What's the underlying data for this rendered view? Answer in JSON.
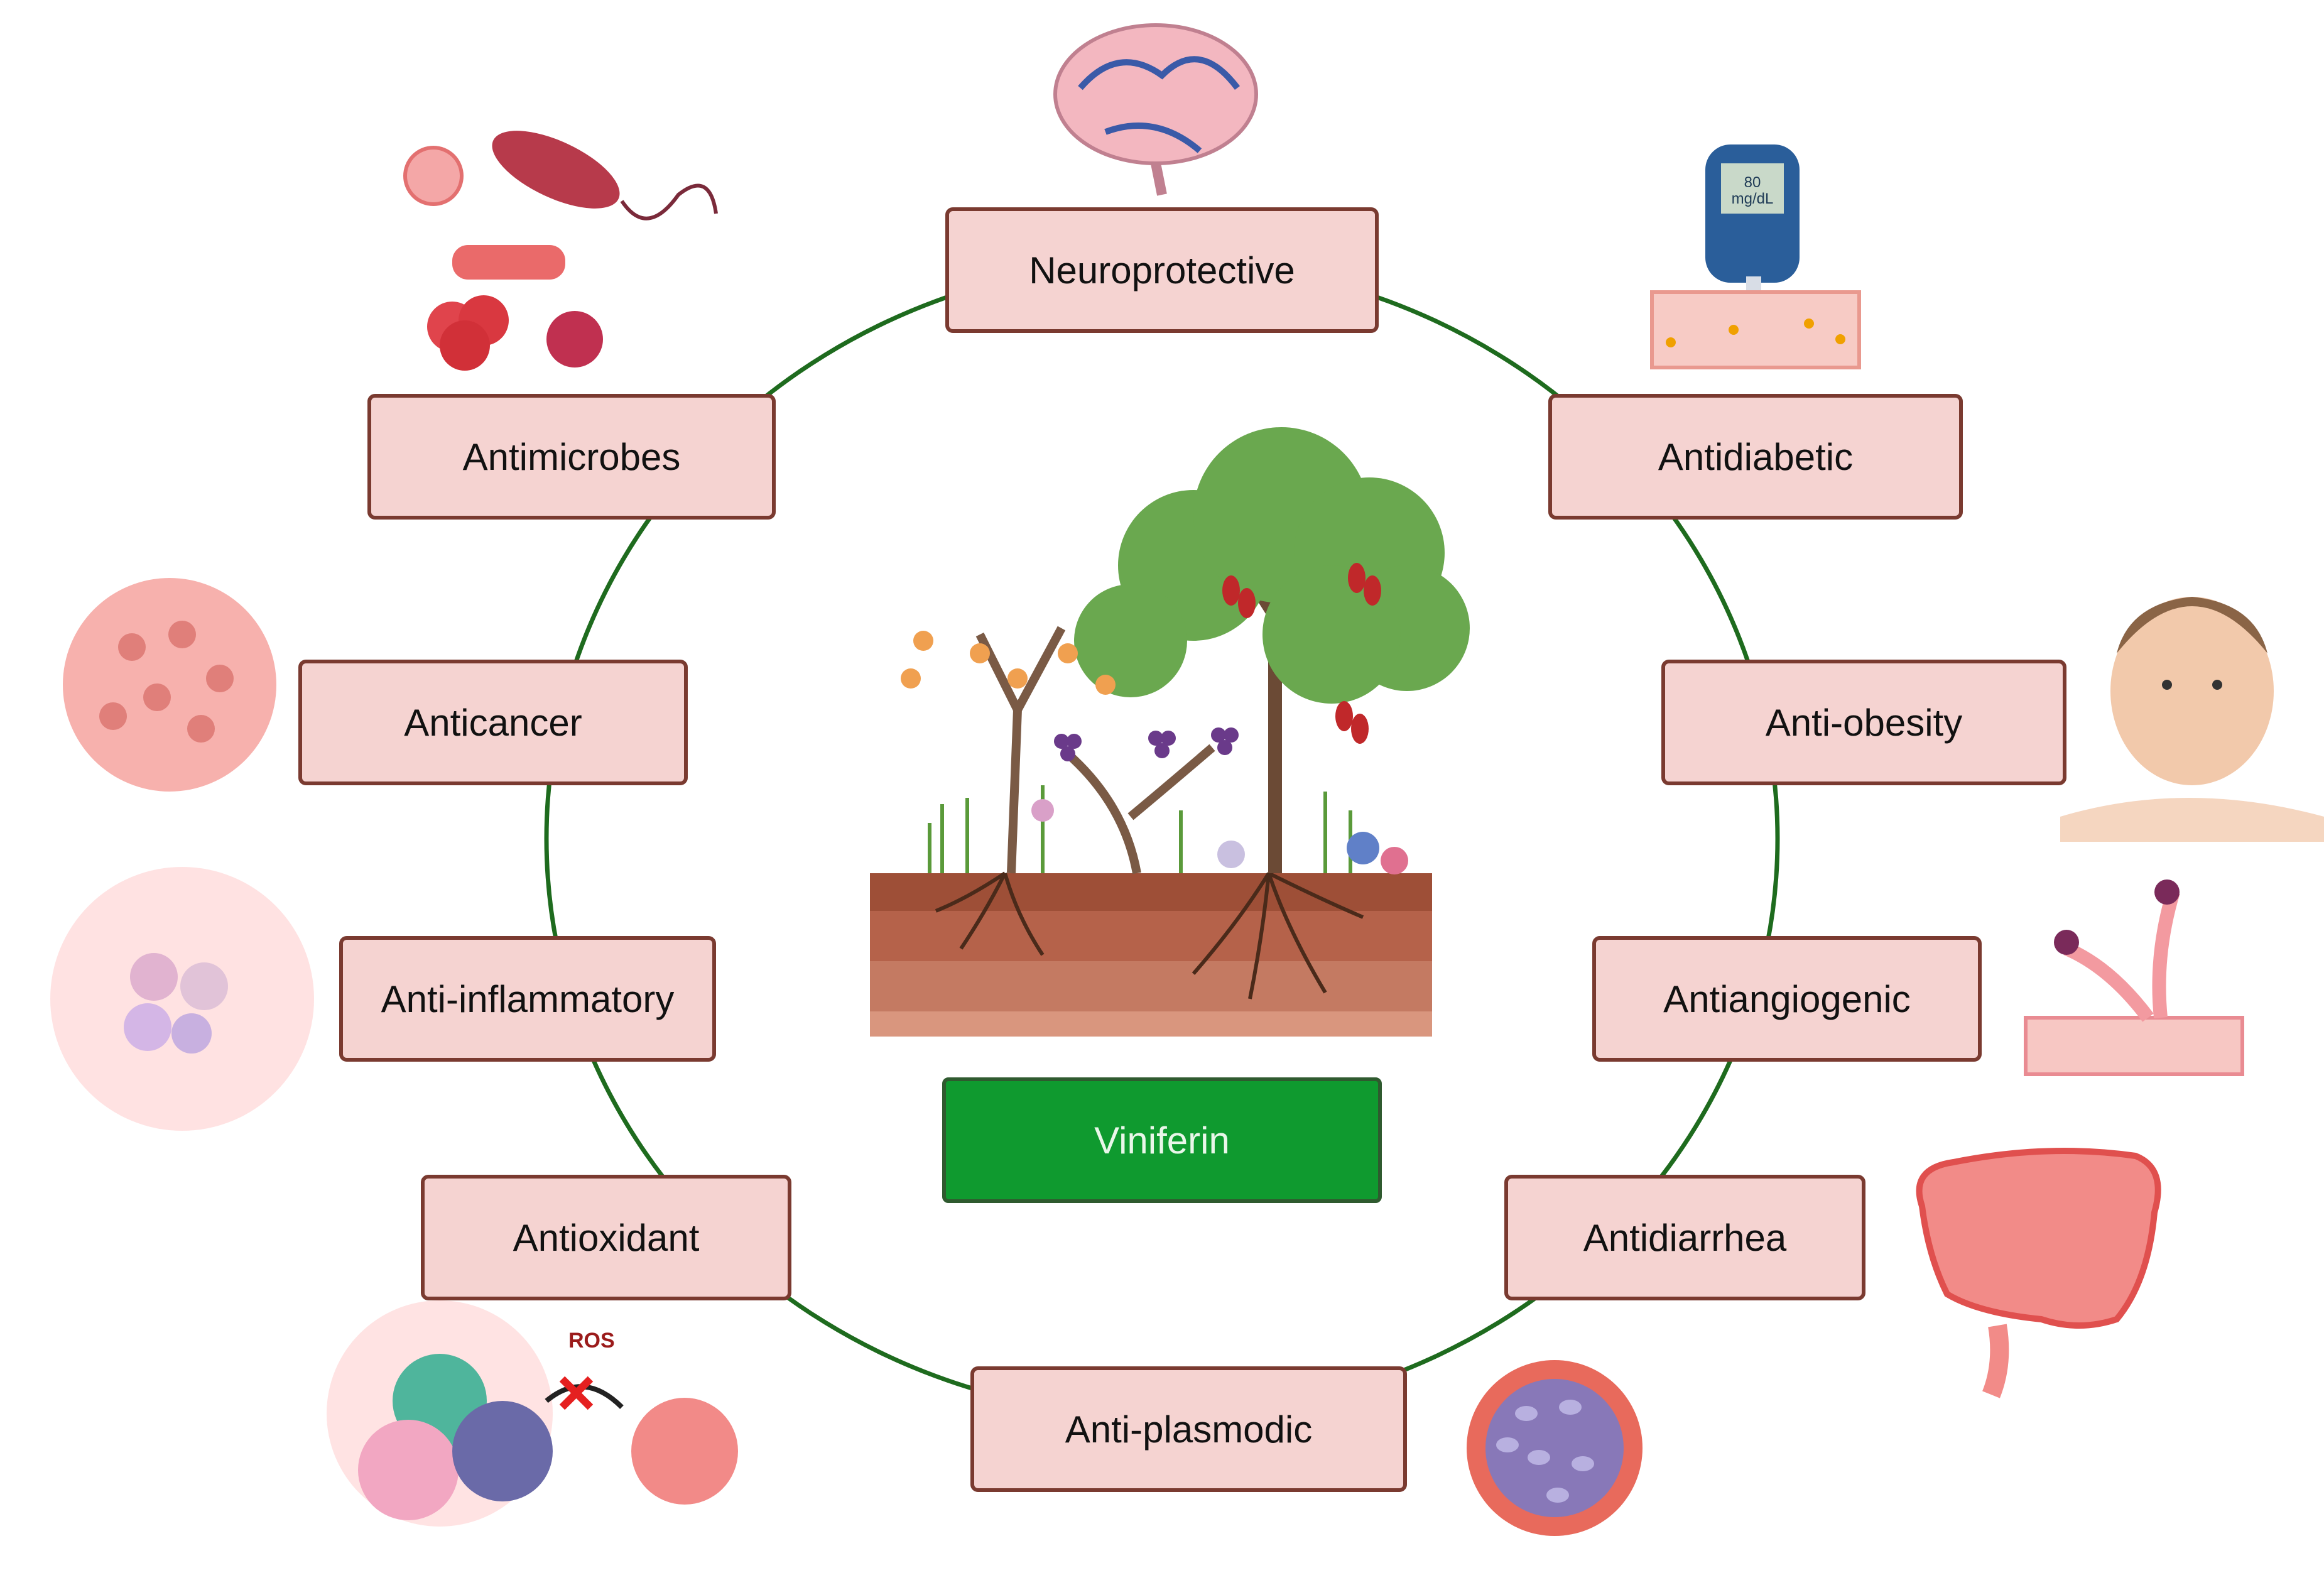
{
  "center": {
    "label": "Viniferin"
  },
  "activities": [
    {
      "label": "Neuroprotective"
    },
    {
      "label": "Antidiabetic"
    },
    {
      "label": "Anti-obesity"
    },
    {
      "label": "Antiangiogenic"
    },
    {
      "label": "Antidiarrhea"
    },
    {
      "label": "Anti-plasmodic"
    },
    {
      "label": "Antioxidant"
    },
    {
      "label": "Anti-inflammatory"
    },
    {
      "label": "Anticancer"
    },
    {
      "label": "Antimicrobes"
    }
  ],
  "glucometer": {
    "value": "80",
    "unit": "mg/dL"
  },
  "antioxidant_icon": {
    "label": "ROS"
  },
  "colors": {
    "box_fill": "#f5d3d1",
    "box_border": "#7a3a30",
    "ring": "#1e6b1e",
    "center_fill": "#0f9a2f"
  }
}
